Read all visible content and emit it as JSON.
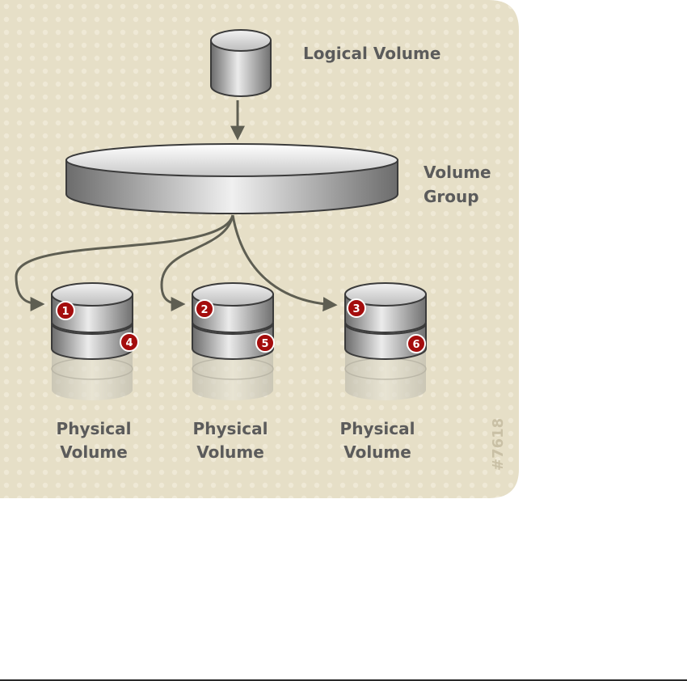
{
  "diagram": {
    "logical_volume_label": "Logical Volume",
    "volume_group_label_line1": "Volume",
    "volume_group_label_line2": "Group",
    "physical_volumes": [
      {
        "label_line1": "Physical",
        "label_line2": "Volume",
        "top_badge": "1",
        "bottom_badge": "4"
      },
      {
        "label_line1": "Physical",
        "label_line2": "Volume",
        "top_badge": "2",
        "bottom_badge": "5"
      },
      {
        "label_line1": "Physical",
        "label_line2": "Volume",
        "top_badge": "3",
        "bottom_badge": "6"
      }
    ],
    "figure_id": "#7618",
    "colors": {
      "background": "#e6dfc7",
      "dots": "#efe9d6",
      "cylinder_dark": "#6f6f6f",
      "cylinder_light": "#e8e8e8",
      "arrow": "#5e5e52",
      "badge": "#a40d0d",
      "label": "#5b5b5b"
    }
  }
}
